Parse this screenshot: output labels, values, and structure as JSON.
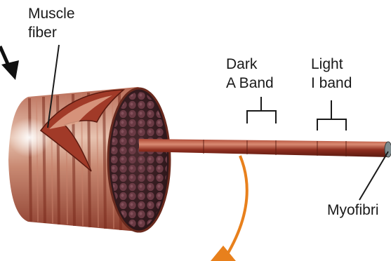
{
  "labels": {
    "muscle_fiber": [
      "Muscle",
      "fiber"
    ],
    "dark_band": [
      "Dark",
      "A Band"
    ],
    "light_band": [
      "Light",
      "I band"
    ],
    "myofibril": "Myofibri"
  },
  "colors": {
    "muscle_dark": "#6e1f14",
    "muscle_mid": "#9a3b2a",
    "muscle_light": "#d9a890",
    "highlight": "#f4e6dc",
    "myofibril_end": "#7f8c8f",
    "accent_arrow": "#e8801c",
    "text": "#1a1a1a"
  },
  "icons": [
    "down-left-arrow-icon"
  ]
}
